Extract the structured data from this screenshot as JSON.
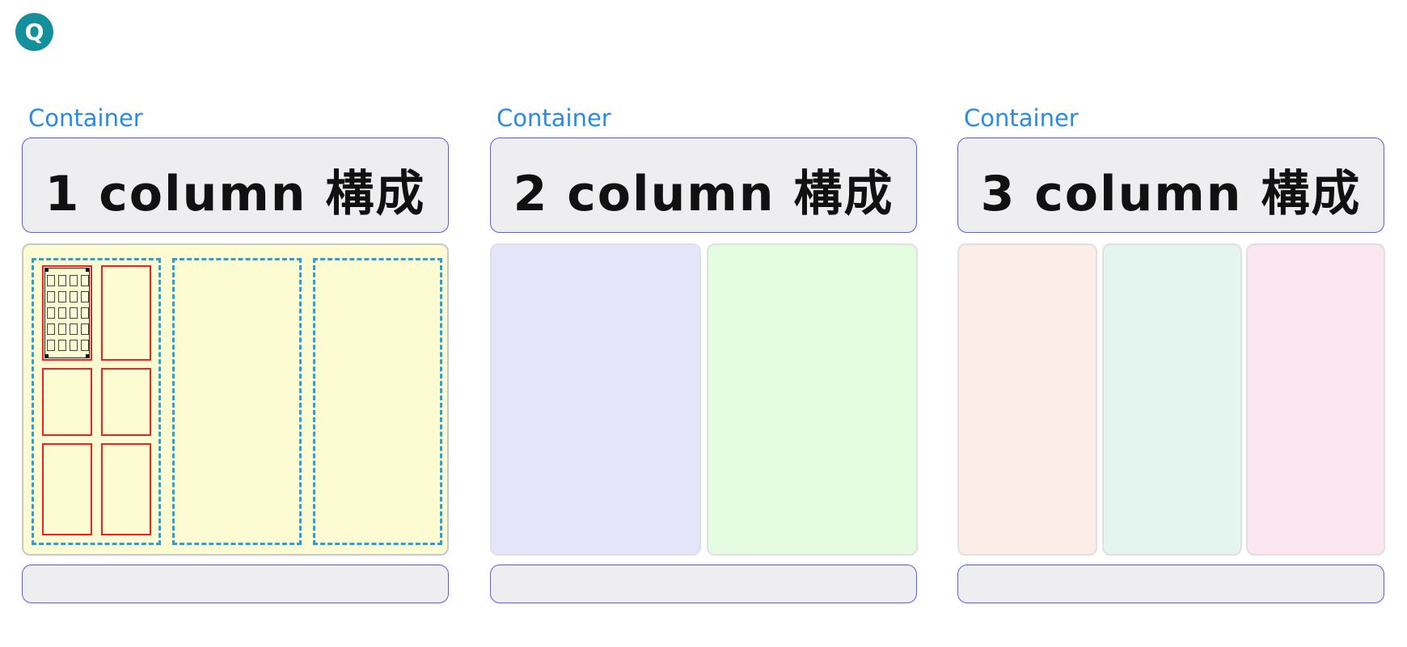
{
  "logo": {
    "letter": "Q",
    "color": "#13909c"
  },
  "panels": [
    {
      "label": "Container",
      "title": "1 column 構成",
      "body_color": "#fdfbd2"
    },
    {
      "label": "Container",
      "title": "2 column 構成",
      "column_colors": [
        "#e4e4fb",
        "#e4fde0"
      ]
    },
    {
      "label": "Container",
      "title": "3 column 構成",
      "column_colors": [
        "#fcede8",
        "#e4f4ee",
        "#fbe5ef"
      ]
    }
  ],
  "colors": {
    "label_blue": "#2a8be0",
    "box_border": "#5b5bee",
    "box_fill": "#eeeef0",
    "dashed_blue": "#2a9fd8",
    "card_red": "#ee2222"
  }
}
